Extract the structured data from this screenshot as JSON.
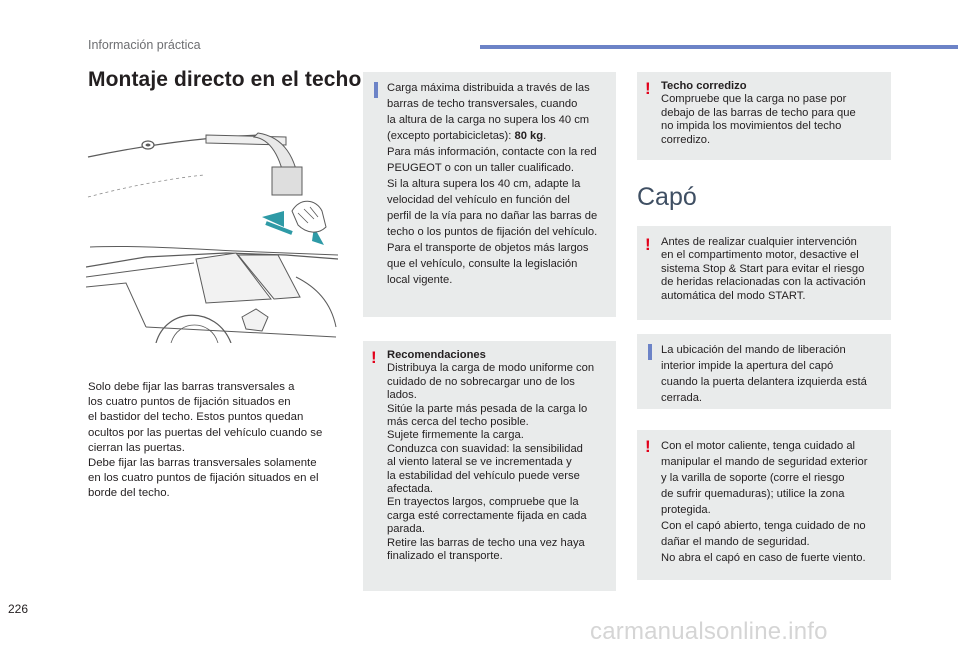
{
  "header": {
    "section_label": "Información práctica"
  },
  "page_title": "Montaje directo en el techo",
  "illustration": {
    "icon": "roof-bar-mounting-illustration",
    "colors": {
      "line": "#5b5b5b",
      "accent": "#2e9aa6",
      "fill": "#efefef"
    }
  },
  "left_text": [
    "Solo debe fijar las barras transversales a",
    "los cuatro puntos de fijación situados en",
    "el bastidor del techo. Estos puntos quedan",
    "ocultos por las puertas del vehículo cuando se",
    "cierran las puertas.",
    "Debe fijar las barras transversales solamente",
    "en los cuatro puntos de fijación situados en el",
    "borde del techo."
  ],
  "info_load": {
    "icon": "info-icon",
    "lines_before_bold": [
      "Carga máxima distribuida a través de las",
      "barras de techo transversales, cuando",
      "la altura de la carga no supera los 40 cm"
    ],
    "bold_prefix": "(excepto portabicicletas): ",
    "bold_value": "80 kg",
    "bold_suffix": ".",
    "lines_after": [
      "Para más información, contacte con la red",
      "PEUGEOT o con un taller cualificado.",
      "Si la altura supera los 40 cm, adapte la",
      "velocidad del vehículo en función del",
      "perfil de la vía para no dañar las barras de",
      "techo o los puntos de fijación del vehículo.",
      "Para el transporte de objetos más largos",
      "que el vehículo, consulte la legislación",
      "local vigente."
    ]
  },
  "warn_recomendaciones": {
    "icon": "warning-icon",
    "title": "Recomendaciones",
    "lines": [
      "Distribuya la carga de modo uniforme con",
      "cuidado de no sobrecargar uno de los",
      "lados.",
      "Sitúe la parte más pesada de la carga lo",
      "más cerca del techo posible.",
      "Sujete firmemente la carga.",
      "Conduzca con suavidad: la sensibilidad",
      "al viento lateral se ve incrementada y",
      "la estabilidad del vehículo puede verse",
      "afectada.",
      "En trayectos largos, compruebe que la",
      "carga esté correctamente fijada en cada",
      "parada.",
      "Retire las barras de techo una vez haya",
      "finalizado el transporte."
    ]
  },
  "warn_techo": {
    "icon": "warning-icon",
    "title": "Techo corredizo",
    "lines": [
      "Compruebe que la carga no pase por",
      "debajo de las barras de techo para que",
      "no impida los movimientos del techo",
      "corredizo."
    ]
  },
  "capo_heading": "Capó",
  "warn_capo_1": {
    "icon": "warning-icon",
    "lines": [
      "Antes de realizar cualquier intervención",
      "en el compartimento motor, desactive el",
      "sistema Stop & Start para evitar el riesgo",
      "de heridas relacionadas con la activación",
      "automática del modo START."
    ]
  },
  "info_capo": {
    "icon": "info-icon",
    "lines": [
      "La ubicación del mando de liberación",
      "interior impide la apertura del capó",
      "cuando la puerta delantera izquierda está",
      "cerrada."
    ]
  },
  "warn_capo_2": {
    "icon": "warning-icon",
    "lines": [
      "Con el motor caliente, tenga cuidado al",
      "manipular el mando de seguridad exterior",
      "y la varilla de soporte (corre el riesgo",
      "de sufrir quemaduras); utilice la zona",
      "protegida.",
      "Con el capó abierto, tenga cuidado de no",
      "dañar el mando de seguridad.",
      "No abra el capó en caso de fuerte viento."
    ]
  },
  "page_number": "226",
  "watermark": "carmanualsonline.info",
  "colors": {
    "accent_blue": "#6c83c7",
    "warning_red": "#e2001a",
    "box_bg": "#e9ebeb",
    "heading_grey": "#3f4f63"
  }
}
